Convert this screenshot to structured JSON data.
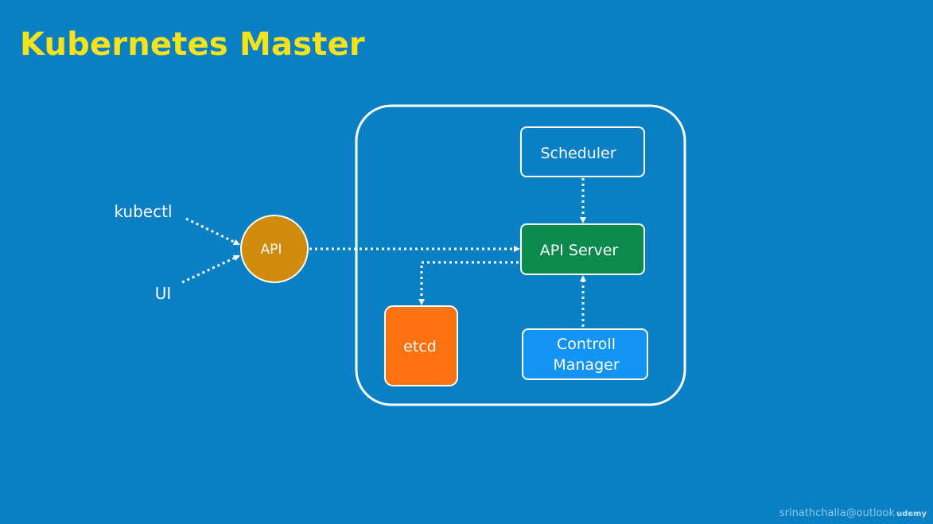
{
  "slide": {
    "title": "Kubernetes Master",
    "watermark": "srinathchalla@outlook",
    "brand": "udemy"
  },
  "diagram": {
    "clients": {
      "kubectl": "kubectl",
      "ui": "UI"
    },
    "api_node": "API",
    "master": {
      "scheduler": "Scheduler",
      "api_server": "API Server",
      "etcd": "etcd",
      "controller_line1": "Controll",
      "controller_line2": "Manager"
    },
    "colors": {
      "background": "#0a80c4",
      "title": "#f7e31a",
      "api_node": "#d08a0c",
      "api_server": "#0a8a4c",
      "etcd": "#ff7212",
      "controller_manager": "#1494f2",
      "scheduler": "#0a80c4",
      "lines": "#ffffff"
    }
  }
}
